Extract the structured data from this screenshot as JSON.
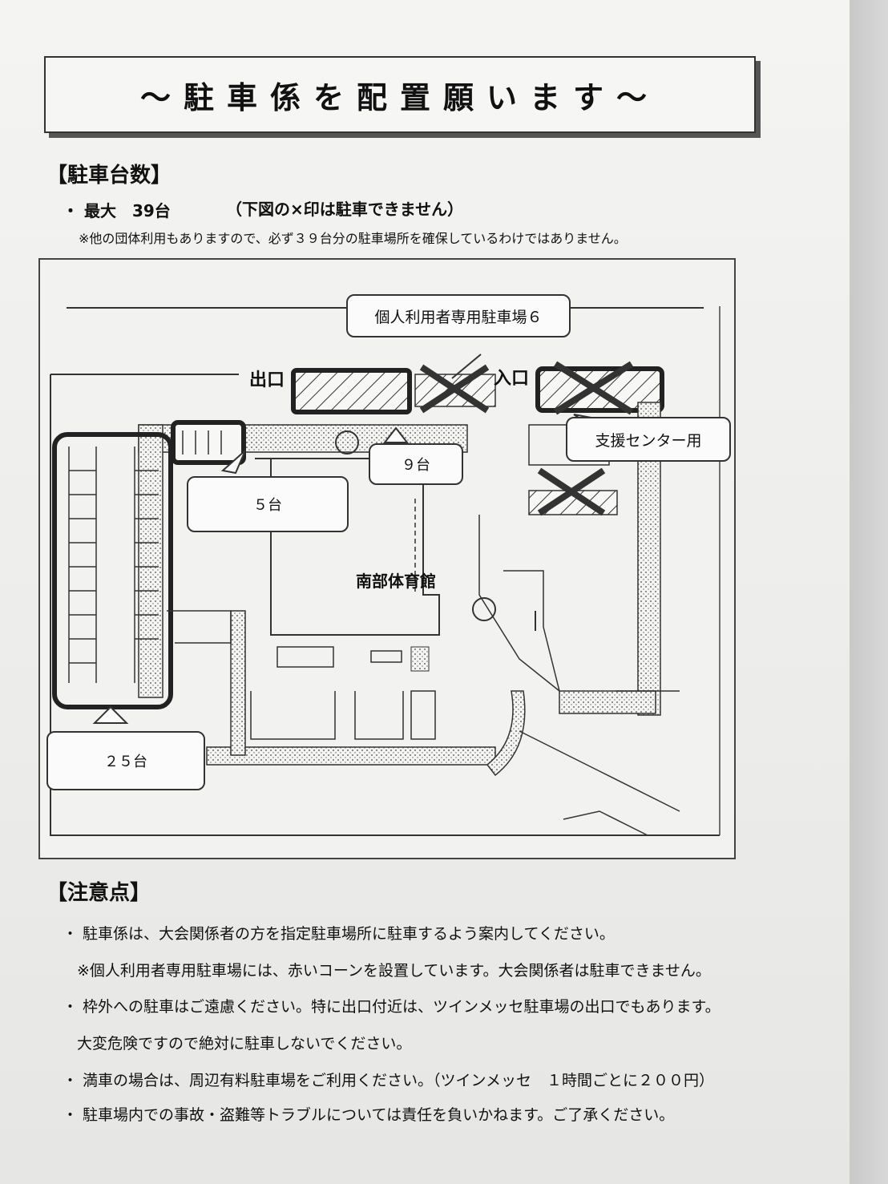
{
  "title": "～駐車係を配置願います～",
  "parking": {
    "heading": "【駐車台数】",
    "max_label": "・ 最大　39台",
    "note_x": "（下図の×印は駐車できません）",
    "note_other": "※他の団体利用もありますので、必ず３９台分の駐車場所を確保しているわけではありません。"
  },
  "map": {
    "personal_lot": "個人利用者専用駐車場６",
    "exit": "出口",
    "entrance": "入口",
    "support_center": "支援センター用",
    "lot_9": "９台",
    "lot_5": "５台",
    "building": "南部体育館",
    "lot_25": "２５台"
  },
  "cautions": {
    "heading": "【注意点】",
    "items": [
      "・ 駐車係は、大会関係者の方を指定駐車場所に駐車するよう案内してください。",
      "※個人利用者専用駐車場には、赤いコーンを設置しています。大会関係者は駐車できません。",
      "・ 枠外への駐車はご遠慮ください。特に出口付近は、ツインメッセ駐車場の出口でもあります。",
      "大変危険ですので絶対に駐車しないでください。",
      "・ 満車の場合は、周辺有料駐車場をご利用ください。（ツインメッセ　１時間ごとに２００円）",
      "・ 駐車場内での事故・盗難等トラブルについては責任を負いかねます。ご了承ください。"
    ]
  }
}
